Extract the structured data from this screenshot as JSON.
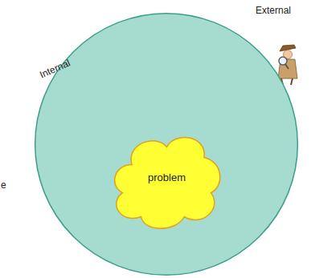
{
  "diagram": {
    "nodes": [
      {
        "text": [
          "Internal"
        ]
      },
      {
        "text": [
          "problem"
        ],
        "in": 0
      }
    ],
    "labels": [
      "External",
      "e"
    ]
  }
}
